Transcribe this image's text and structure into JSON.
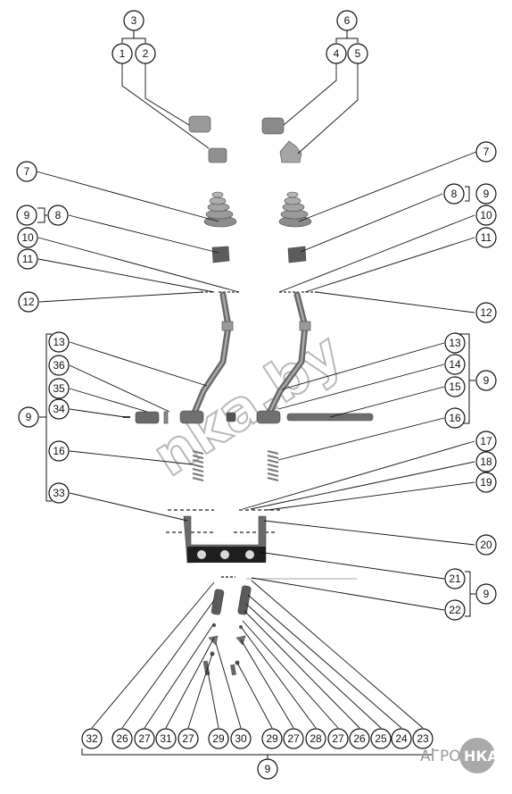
{
  "diagram": {
    "watermark": "nka.by",
    "logo": {
      "left": "АГРО",
      "right": "НКА"
    },
    "corner_mark": "",
    "callouts": [
      {
        "id": "c3a",
        "label": "3"
      },
      {
        "id": "c1",
        "label": "1"
      },
      {
        "id": "c2",
        "label": "2"
      },
      {
        "id": "c6a",
        "label": "6"
      },
      {
        "id": "c4",
        "label": "4"
      },
      {
        "id": "c5",
        "label": "5"
      },
      {
        "id": "c7l",
        "label": "7"
      },
      {
        "id": "c7r",
        "label": "7"
      },
      {
        "id": "c9a",
        "label": "9"
      },
      {
        "id": "c8l",
        "label": "8"
      },
      {
        "id": "c8r",
        "label": "8"
      },
      {
        "id": "c9b",
        "label": "9"
      },
      {
        "id": "c10l",
        "label": "10"
      },
      {
        "id": "c10r",
        "label": "10"
      },
      {
        "id": "c11l",
        "label": "11"
      },
      {
        "id": "c11r",
        "label": "11"
      },
      {
        "id": "c12l",
        "label": "12"
      },
      {
        "id": "c12r",
        "label": "12"
      },
      {
        "id": "c13l",
        "label": "13"
      },
      {
        "id": "c36",
        "label": "36"
      },
      {
        "id": "c35",
        "label": "35"
      },
      {
        "id": "c34",
        "label": "34"
      },
      {
        "id": "c9c",
        "label": "9"
      },
      {
        "id": "c16l",
        "label": "16"
      },
      {
        "id": "c33",
        "label": "33"
      },
      {
        "id": "c13r",
        "label": "13"
      },
      {
        "id": "c14",
        "label": "14"
      },
      {
        "id": "c15",
        "label": "15"
      },
      {
        "id": "c16r",
        "label": "16"
      },
      {
        "id": "c9d",
        "label": "9"
      },
      {
        "id": "c17",
        "label": "17"
      },
      {
        "id": "c18",
        "label": "18"
      },
      {
        "id": "c19",
        "label": "19"
      },
      {
        "id": "c20",
        "label": "20"
      },
      {
        "id": "c21",
        "label": "21"
      },
      {
        "id": "c22",
        "label": "22"
      },
      {
        "id": "c9e",
        "label": "9"
      },
      {
        "id": "b32",
        "label": "32"
      },
      {
        "id": "b26a",
        "label": "26"
      },
      {
        "id": "b27a",
        "label": "27"
      },
      {
        "id": "b31",
        "label": "31"
      },
      {
        "id": "b27b",
        "label": "27"
      },
      {
        "id": "b29a",
        "label": "29"
      },
      {
        "id": "b30",
        "label": "30"
      },
      {
        "id": "b29b",
        "label": "29"
      },
      {
        "id": "b27c",
        "label": "27"
      },
      {
        "id": "b28",
        "label": "28"
      },
      {
        "id": "b27d",
        "label": "27"
      },
      {
        "id": "b26b",
        "label": "26"
      },
      {
        "id": "b25",
        "label": "25"
      },
      {
        "id": "b24",
        "label": "24"
      },
      {
        "id": "b23",
        "label": "23"
      },
      {
        "id": "c9f",
        "label": "9"
      }
    ]
  }
}
